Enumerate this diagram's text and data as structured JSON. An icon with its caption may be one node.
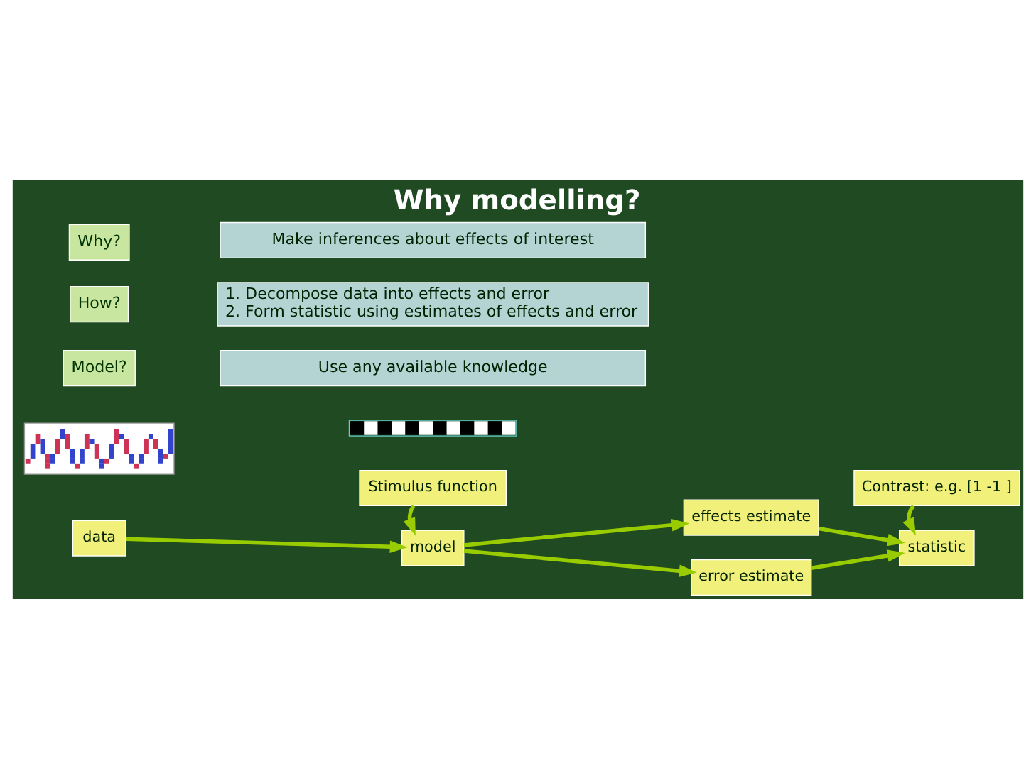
{
  "diagram": {
    "title": "Why modelling?",
    "nodes": [
      {
        "text": [
          "Why?"
        ]
      },
      {
        "text": [
          "Make inferences about effects of interest"
        ]
      },
      {
        "text": [
          "How?"
        ]
      },
      {
        "text": [
          "1. Decompose data into effects and error",
          "2. Form statistic using estimates of effects and error"
        ]
      },
      {
        "text": [
          "Model?"
        ]
      },
      {
        "text": [
          "Use any available knowledge"
        ]
      },
      {
        "text": [],
        "shape": "picture"
      },
      {
        "text": [
          "data"
        ]
      },
      {
        "text": [],
        "shape": "picture"
      },
      {
        "text": [
          "Stimulus function"
        ]
      },
      {
        "text": [
          "model"
        ]
      },
      {
        "text": [
          "effects estimate"
        ]
      },
      {
        "text": [
          "error estimate"
        ]
      },
      {
        "text": [
          "Contrast: e.g. [1 -1 ]"
        ]
      },
      {
        "text": [
          "statistic"
        ]
      }
    ],
    "edges": [
      {
        "from": 7,
        "to": 10,
        "arrow": "to"
      },
      {
        "from": 9,
        "to": 10,
        "arrow": "to"
      },
      {
        "from": 10,
        "to": 11,
        "arrow": "to"
      },
      {
        "from": 10,
        "to": 12,
        "arrow": "to"
      },
      {
        "from": 11,
        "to": 14,
        "arrow": "to"
      },
      {
        "from": 12,
        "to": 14,
        "arrow": "to"
      },
      {
        "from": 13,
        "to": 14,
        "arrow": "to"
      }
    ]
  }
}
